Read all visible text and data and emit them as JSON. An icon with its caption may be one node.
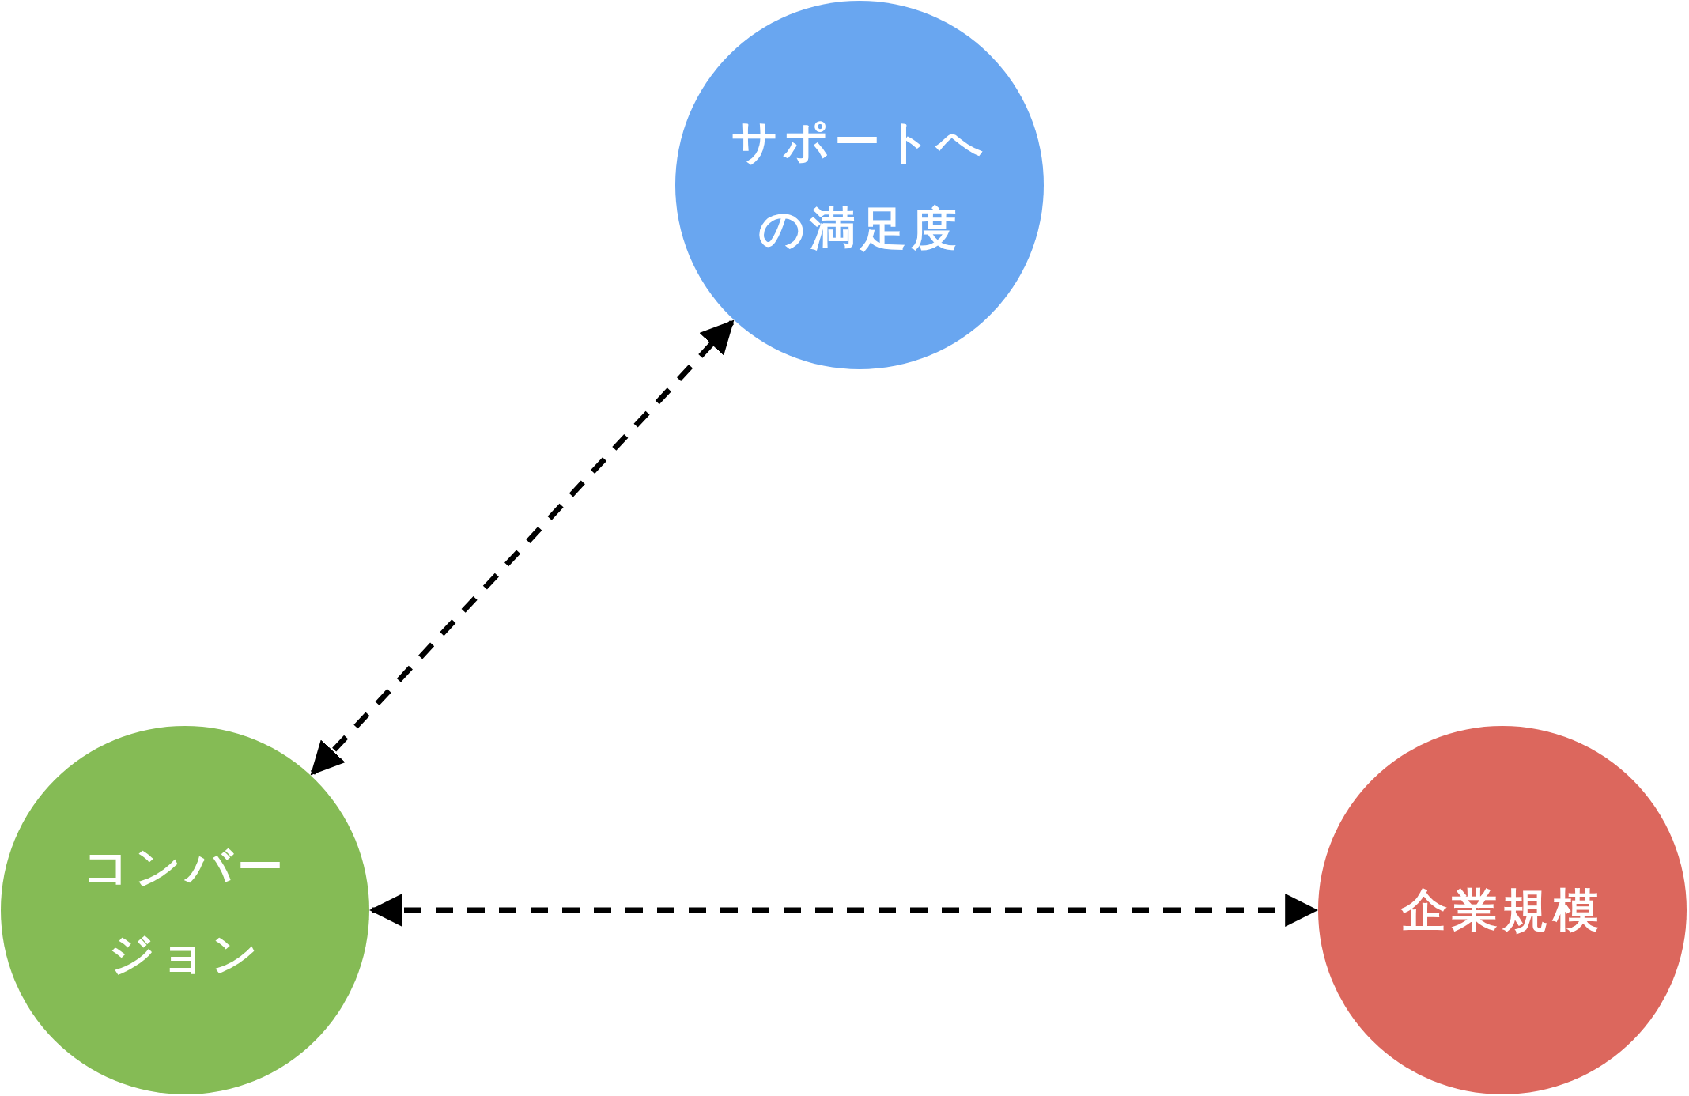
{
  "diagram": {
    "nodes": [
      {
        "text": [
          "サポートへの満足度"
        ]
      },
      {
        "text": [
          "コンバージョン"
        ]
      },
      {
        "text": [
          "企業規模"
        ]
      }
    ],
    "edges": [
      {
        "from": 1,
        "to": 0,
        "arrow": "both",
        "style": "dashed"
      },
      {
        "from": 1,
        "to": 2,
        "arrow": "both",
        "style": "dashed"
      }
    ]
  }
}
